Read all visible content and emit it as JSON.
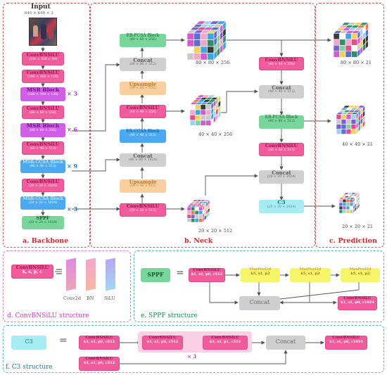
{
  "backbone": {
    "input_label": "Input",
    "input_dim": "640 × 640 × 3",
    "blocks": [
      {
        "label": "ConvBNSiLU",
        "dim": "(320 × 320 × 64)"
      },
      {
        "label": "ConvBNSiLU",
        "dim": "(160 × 160 × 128)"
      },
      {
        "label": "MSR Block",
        "dim": "(160 × 160 × 128)",
        "mult": "× 3"
      },
      {
        "label": "ConvBNSiLU",
        "dim": "(80 × 80 × 256)"
      },
      {
        "label": "MSR Block",
        "dim": "(80 × 80 × 256)",
        "mult": "× 6"
      },
      {
        "label": "ConvBNSiLU",
        "dim": "(40 × 40 × 512)"
      },
      {
        "label": "MSR-CCSA Block",
        "dim": "(40 × 40 × 512)",
        "mult": "× 9"
      },
      {
        "label": "ConvBNSiLU",
        "dim": "(20 × 20 × 1024)"
      },
      {
        "label": "MSR-CCSA Block",
        "dim": "(20 × 20 × 1024)",
        "mult": "× 3"
      },
      {
        "label": "SPPF",
        "dim": "(20 × 20 × 1024)"
      }
    ],
    "caption": "a. Backbone"
  },
  "neck": {
    "blocks": [
      {
        "label": "ER-PCSA Block",
        "dim": "(80 × 80 × 256)"
      },
      {
        "label": "Concat",
        "dim": "(80 × 80 × 512)"
      },
      {
        "label": "Upsample",
        "dim": "(80 × 80 × 256)"
      },
      {
        "label": "ConvBNSiLU",
        "dim": "(40 × 40 × 256)"
      },
      {
        "label": "ER-CCSA Block",
        "dim": "(40 × 40 × 512)"
      },
      {
        "label": "Concat",
        "dim": "(40 × 40 × 1024)"
      },
      {
        "label": "Upsample",
        "dim": "(40 × 40 × 512)"
      },
      {
        "label": "ConvBNSiLU",
        "dim": "(20 × 20 × 512)"
      }
    ],
    "cube_labels": [
      "80 × 80 × 256",
      "40 × 40 × 256",
      "20 × 20 × 512"
    ],
    "caption": "b. Neck"
  },
  "middle": {
    "blocks": [
      {
        "label": "ConvBNSiLU",
        "dim": "(40 × 40 × 256)"
      },
      {
        "label": "Concat",
        "dim": "(40 × 40 × 512)"
      },
      {
        "label": "ER-PCSA Block",
        "dim": "(40 × 40 × 512)"
      },
      {
        "label": "ConvBNSiLU",
        "dim": "(20 × 20 × 512)"
      },
      {
        "label": "Concat",
        "dim": "(20 × 20 × 1024)"
      },
      {
        "label": "C3",
        "dim": "(20 × 20 × 1024)"
      }
    ]
  },
  "prediction": {
    "cube_labels": [
      "80 × 80 × 21",
      "40 × 40 × 21",
      "20 × 20 × 21"
    ],
    "caption": "c. Prediction"
  },
  "panel_d": {
    "block_label": "ConvBNSiLU",
    "block_params": "k, s, p, c",
    "layers": [
      "Conv2d",
      "BN",
      "SiLU"
    ],
    "caption": "d. ConvBNSiLU structure"
  },
  "panel_e": {
    "name": "SPPF",
    "equals": "=",
    "conv1": {
      "label": "ConvBNSiLU",
      "params": "k1, s1, p0, c512"
    },
    "pools": [
      {
        "label": "MaxPool2d",
        "params": "k5, s1, p2"
      },
      {
        "label": "MaxPool2d",
        "params": "k5, s1, p2"
      },
      {
        "label": "MaxPool2d",
        "params": "k5, s1, p2"
      }
    ],
    "concat": "Concat",
    "conv2": {
      "label": "ConvBNSiLU",
      "params": "k1, s1, p0, c1024"
    },
    "caption": "e. SPPF structure"
  },
  "panel_f": {
    "name": "C3",
    "equals": "=",
    "conv1": {
      "label": "ConvBNSiLU",
      "params": "k1, s1, p0, c512"
    },
    "inner1": {
      "label": "ConvBNSiLU",
      "params": "k1, s1, p0, c512"
    },
    "inner2": {
      "label": "ConvBNSiLU",
      "params": "k3, s1, p1, c512"
    },
    "repeat": "× 3",
    "concat": "Concat",
    "conv_out": {
      "label": "ConvBNSiLU",
      "params": "k1, s1, p0, c1024"
    },
    "conv_bottom": {
      "label": "ConvBNSiLU",
      "params": "k1, s1, p0, c512"
    },
    "caption": "f. C3 structure"
  },
  "colors": {
    "backbone_border": "#e84c4c",
    "panel_d_border": "#e07ad8",
    "panel_e_border": "#4cc0a8",
    "panel_f_border": "#4cc0d0",
    "caption_red": "#d8262c",
    "caption_pink": "#d13bb5",
    "caption_green": "#1a8a5a",
    "caption_teal": "#1a7a9a"
  }
}
